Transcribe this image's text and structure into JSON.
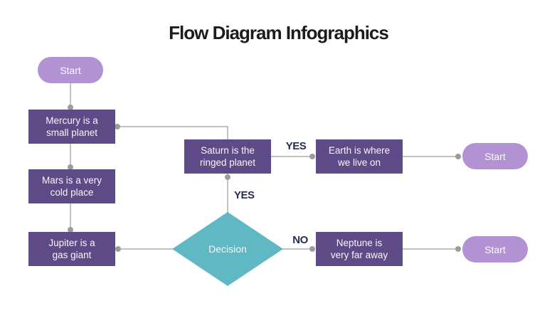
{
  "title": "Flow Diagram Infographics",
  "colors": {
    "box_purple": "#5d4a87",
    "pill_purple": "#b392d4",
    "diamond_teal": "#5fb8c3",
    "connector_gray": "#aeaeae",
    "dot_gray": "#9c9c9c",
    "edge_label_navy": "#272c55",
    "title_black": "#1c1c1c",
    "node_text_white": "#ffffff",
    "background": "#ffffff"
  },
  "nodes": {
    "start_top": {
      "label": "Start"
    },
    "mercury": {
      "lines": [
        "Mercury is a",
        "small planet"
      ]
    },
    "mars": {
      "lines": [
        "Mars is a very",
        "cold place"
      ]
    },
    "jupiter": {
      "lines": [
        "Jupiter is a",
        "gas giant"
      ]
    },
    "saturn": {
      "lines": [
        "Saturn is the",
        "ringed planet"
      ]
    },
    "earth": {
      "lines": [
        "Earth is where",
        "we live on"
      ]
    },
    "neptune": {
      "lines": [
        "Neptune is",
        "very far away"
      ]
    },
    "decision": {
      "label": "Decision"
    },
    "start_right_top": {
      "label": "Start"
    },
    "start_right_bottom": {
      "label": "Start"
    }
  },
  "edge_labels": {
    "saturn_to_earth": "YES",
    "saturn_to_decision": "YES",
    "decision_to_neptune": "NO"
  }
}
